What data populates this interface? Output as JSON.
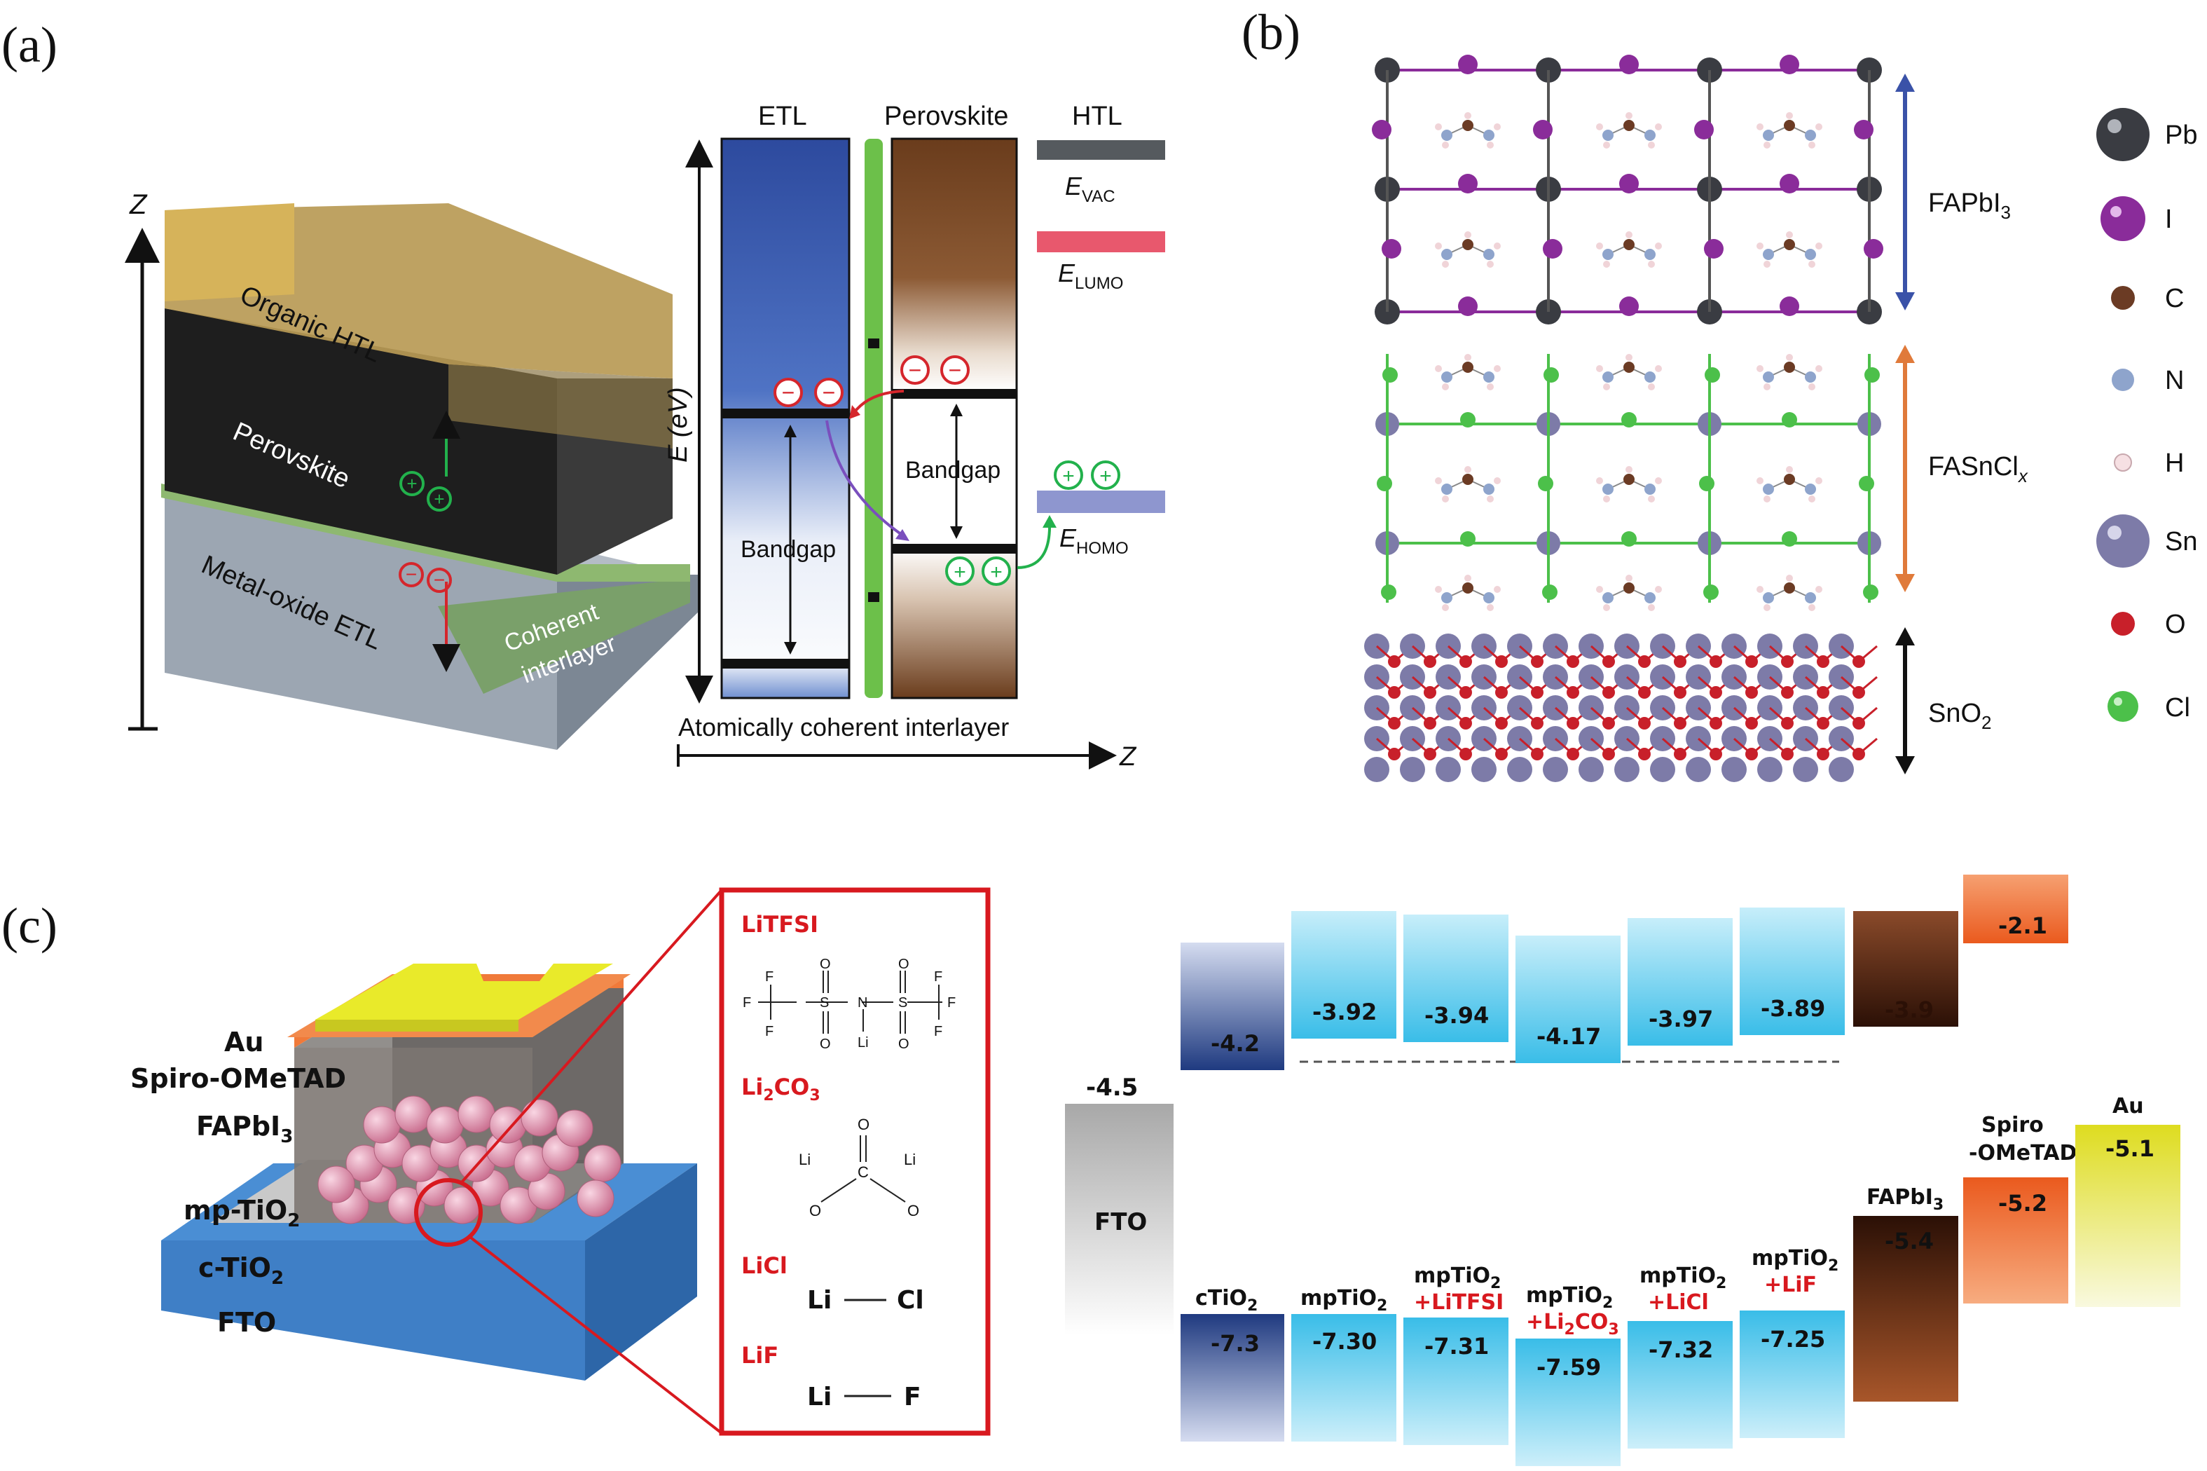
{
  "panel_labels": {
    "a": "(a)",
    "b": "(b)",
    "c": "(c)"
  },
  "panel_a": {
    "stack": {
      "axis": "Z",
      "layers": [
        "Organic HTL",
        "Perovskite",
        "Metal-oxide ETL",
        "Coherent",
        "interlayer"
      ]
    },
    "band": {
      "columns": [
        "ETL",
        "Perovskite",
        "HTL"
      ],
      "energy_axis": "E (eV)",
      "bandgap": "Bandgap",
      "x_axis_label": "Atomically coherent interlayer",
      "x_axis_symbol": "Z",
      "legend": [
        {
          "label": "E",
          "sub": "VAC",
          "color": "#555a5e"
        },
        {
          "label": "E",
          "sub": "LUMO",
          "color": "#e8586d"
        },
        {
          "label": "E",
          "sub": "HOMO",
          "color": "#8e96cf"
        }
      ]
    }
  },
  "panel_b": {
    "regions": [
      {
        "label": "FAPbI",
        "sub": "3",
        "color": "#3a52a8"
      },
      {
        "label": "FASnCl",
        "sub": "x",
        "color": "#e07a3a"
      },
      {
        "label": "SnO",
        "sub": "2",
        "color": "#111111"
      }
    ],
    "legend": [
      {
        "label": "Pb",
        "color": "#3a3c42"
      },
      {
        "label": "I",
        "color": "#8a2c9a"
      },
      {
        "label": "C",
        "color": "#6b3b24"
      },
      {
        "label": "N",
        "color": "#8ea4cc"
      },
      {
        "label": "H",
        "color": "#f0d4d8"
      },
      {
        "label": "Sn",
        "color": "#7d7ba8"
      },
      {
        "label": "O",
        "color": "#c8202a"
      },
      {
        "label": "Cl",
        "color": "#4cc04a"
      }
    ]
  },
  "panel_c": {
    "device_layers": [
      "Au",
      "Spiro-OMeTAD",
      "FAPbI3",
      "mp-TiO2",
      "c-TiO2",
      "FTO"
    ],
    "chem": {
      "names": [
        "LiTFSI",
        "Li2CO3",
        "LiCl",
        "LiF"
      ],
      "tfsi_atoms": {
        "F": "F",
        "S": "S",
        "O": "O",
        "N": "N",
        "Li": "Li"
      },
      "licl": [
        "Li",
        "Cl"
      ],
      "lif": [
        "Li",
        "F"
      ],
      "carbonate": {
        "C": "C",
        "O": "O",
        "Li": "Li"
      }
    },
    "fto": {
      "name": "FTO",
      "level": "-4.5"
    },
    "energy_levels": [
      {
        "name": "cTiO2",
        "lumo": "-4.2",
        "homo": "-7.3"
      },
      {
        "name": "mpTiO2",
        "lumo": "-3.92",
        "homo": "-7.30"
      },
      {
        "name": "mpTiO2 +LiTFSI",
        "lumo": "-3.94",
        "homo": "-7.31"
      },
      {
        "name": "mpTiO2 +Li2CO3",
        "lumo": "-4.17",
        "homo": "-7.59"
      },
      {
        "name": "mpTiO2 +LiCl",
        "lumo": "-3.97",
        "homo": "-7.32"
      },
      {
        "name": "mpTiO2 +LiF",
        "lumo": "-3.89",
        "homo": "-7.25"
      },
      {
        "name": "FAPbI3",
        "lumo": "-3.9",
        "homo": "-5.4"
      },
      {
        "name": "Spiro -OMeTAD",
        "lumo": "-2.1",
        "homo": "-5.2"
      },
      {
        "name": "Au",
        "level": "-5.1"
      }
    ],
    "label_parts": {
      "mp": "mpTiO",
      "c": "cTiO",
      "two": "2",
      "additives": [
        "+LiTFSI",
        "+Li",
        "CO",
        "3",
        "+LiCl",
        "+LiF"
      ],
      "fapbi": "FAPbI",
      "three": "3",
      "spiro1": "Spiro",
      "spiro2": "-OMeTAD",
      "au": "Au"
    }
  }
}
